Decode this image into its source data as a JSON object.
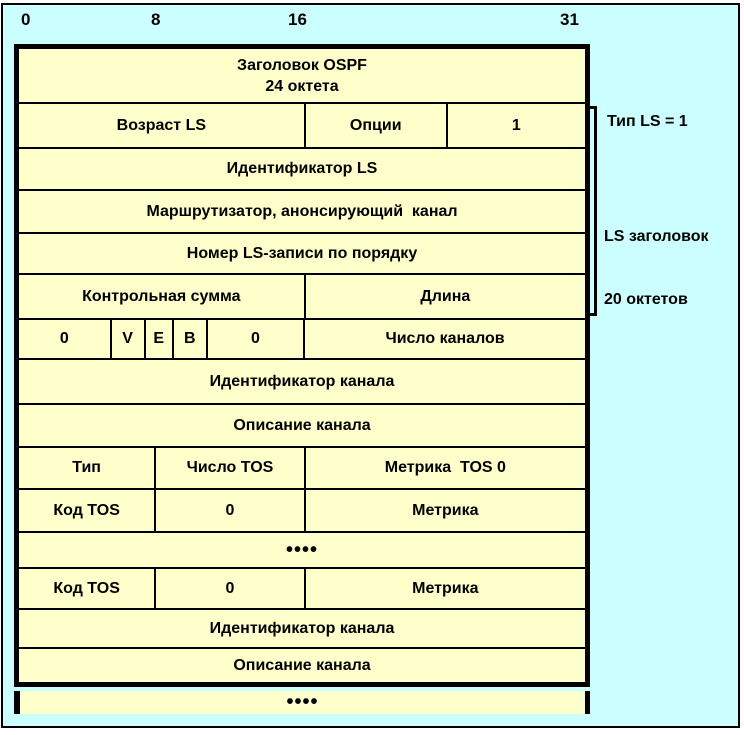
{
  "colors": {
    "page_background": "#FFFFFF",
    "panel_background": "#CCFFFF",
    "field_background": "#FFFFCC",
    "line": "#000000"
  },
  "ruler": {
    "tick0": "0",
    "tick8": "8",
    "tick16": "16",
    "tick31": "31"
  },
  "packet": {
    "header_line1": "Заголовок OSPF",
    "header_line2": "24 октета",
    "rows": [
      {
        "name": "ls-age",
        "cells": [
          "Возраст LS",
          "Опции",
          "1"
        ]
      },
      {
        "name": "ls-id",
        "cells": [
          "Идентификатор LS"
        ]
      },
      {
        "name": "adv-router",
        "cells": [
          "Маршрутизатор, анонсирующий  канал"
        ]
      },
      {
        "name": "ls-seq",
        "cells": [
          "Номер LS-записи по порядку"
        ]
      },
      {
        "name": "checksum-length",
        "cells": [
          "Контрольная сумма",
          "Длина"
        ]
      },
      {
        "name": "flags",
        "cells": [
          "0",
          "V",
          "E",
          "B",
          "0",
          "Число каналов"
        ]
      },
      {
        "name": "link-id-1",
        "cells": [
          "Идентификатор канала"
        ]
      },
      {
        "name": "link-data-1",
        "cells": [
          "Описание канала"
        ]
      },
      {
        "name": "type-tos-metric",
        "cells": [
          "Тип",
          "Число TOS",
          "Метрика  TOS 0"
        ]
      },
      {
        "name": "tos-metric-1",
        "cells": [
          "Код TOS",
          "0",
          "Метрика"
        ]
      },
      {
        "name": "dots-inner",
        "cells": [
          "••••"
        ]
      },
      {
        "name": "tos-metric-2",
        "cells": [
          "Код TOS",
          "0",
          "Метрика"
        ]
      },
      {
        "name": "link-id-2",
        "cells": [
          "Идентификатор канала"
        ]
      },
      {
        "name": "link-data-2",
        "cells": [
          "Описание канала"
        ]
      }
    ],
    "ellipsis": "••••"
  },
  "annotations": {
    "ls_type": "Тип LS = 1",
    "ls_header_line1": "LS заголовок",
    "ls_header_line2": "20 октетов"
  }
}
